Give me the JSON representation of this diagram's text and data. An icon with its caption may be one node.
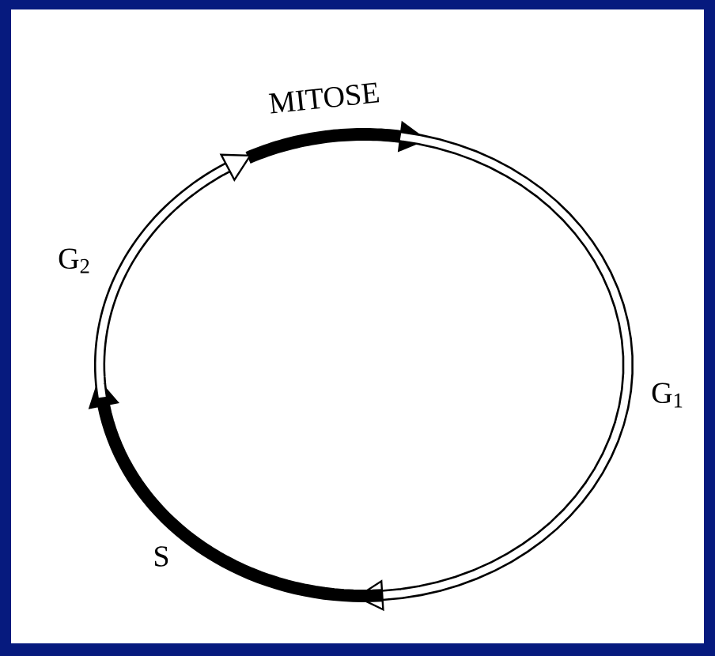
{
  "diagram": {
    "labels": [
      "MITOSE",
      "G$_{2}$",
      "G$_{1}$",
      "S"
    ]
  }
}
